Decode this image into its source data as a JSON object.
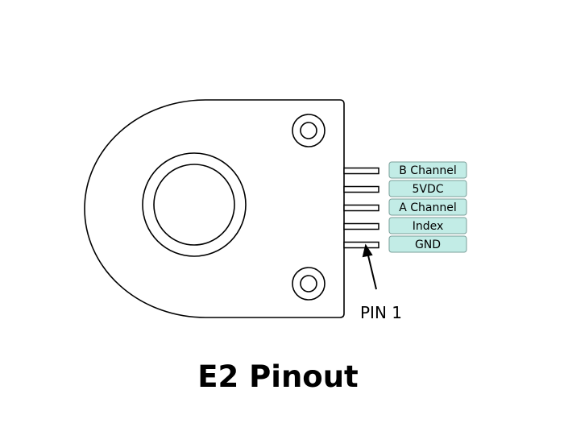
{
  "diagram": {
    "title": "E2 Pinout",
    "pin1_label": "PIN 1",
    "pins": [
      {
        "label": "B Channel"
      },
      {
        "label": "5VDC"
      },
      {
        "label": "A Channel"
      },
      {
        "label": "Index"
      },
      {
        "label": "GND"
      }
    ]
  },
  "colors": {
    "outline": "#000000",
    "label_fill": "#c2ece6",
    "label_border": "#7a9f9a",
    "background": "#ffffff"
  }
}
